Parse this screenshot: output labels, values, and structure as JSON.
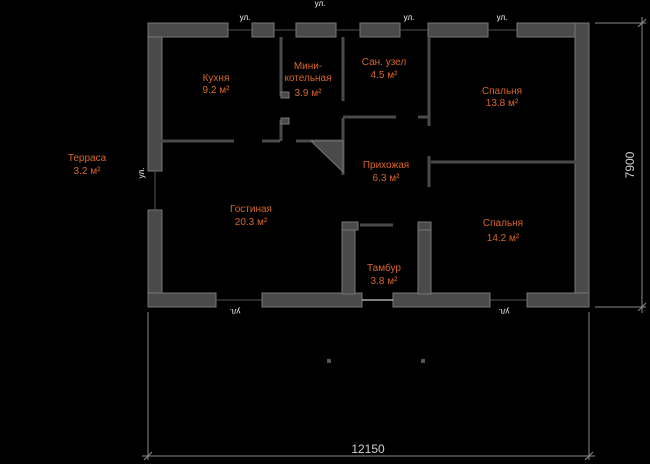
{
  "rooms": {
    "kitchen": {
      "name": "Кухня",
      "area": "9.2 м²"
    },
    "boiler": {
      "name_line1": "Мини-",
      "name_line2": "котельная",
      "area": "3.9 м²"
    },
    "bathroom": {
      "name": "Сан. узел",
      "area": "4.5 м²"
    },
    "bedroom1": {
      "name": "Спальня",
      "area": "13.8 м²"
    },
    "hallway": {
      "name": "Прихожая",
      "area": "6.3 м²"
    },
    "living": {
      "name": "Гостиная",
      "area": "20.3 м²"
    },
    "bedroom2": {
      "name": "Спальня",
      "area": "14.2 м²"
    },
    "vestibule": {
      "name": "Тамбур",
      "area": "3.8 м²"
    },
    "terrace": {
      "name": "Терраса",
      "area": "3.2 м²"
    }
  },
  "window_label": "ул.",
  "dimensions": {
    "width": "12150",
    "height": "7900"
  },
  "colors": {
    "background": "#000000",
    "wall": "#4a4a4a",
    "label": "#d9652b"
  }
}
